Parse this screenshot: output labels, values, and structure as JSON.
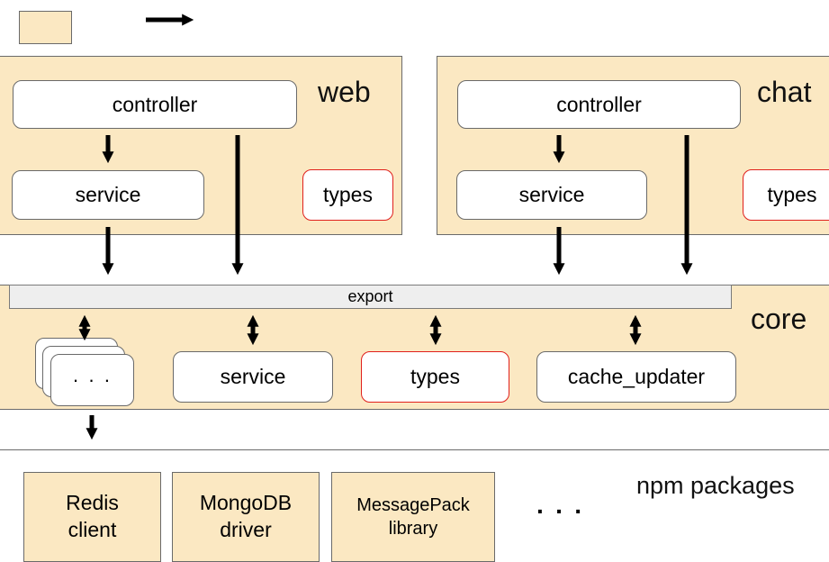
{
  "colors": {
    "module_fill": "#fbe8c2",
    "box_fill": "#ffffff",
    "border": "#6a6a6a",
    "highlight_border": "#e0201c",
    "export_fill": "#eeeeee",
    "arrow": "#000000"
  },
  "legend": {
    "swatch_icon": "module-swatch",
    "arrow_icon": "arrow-right"
  },
  "web": {
    "title": "web",
    "controller": "controller",
    "service": "service",
    "types": "types"
  },
  "chat": {
    "title": "chat",
    "controller": "controller",
    "service": "service",
    "types": "types"
  },
  "core": {
    "title": "core",
    "export": "export",
    "ellipsis": "· · ·",
    "service": "service",
    "types": "types",
    "cache_updater": "cache_updater"
  },
  "npm": {
    "title": "npm packages",
    "packages": [
      {
        "line1": "Redis",
        "line2": "client"
      },
      {
        "line1": "MongoDB",
        "line2": "driver"
      },
      {
        "line1": "MessagePack",
        "line2": "library"
      }
    ],
    "more": "· · ·"
  }
}
